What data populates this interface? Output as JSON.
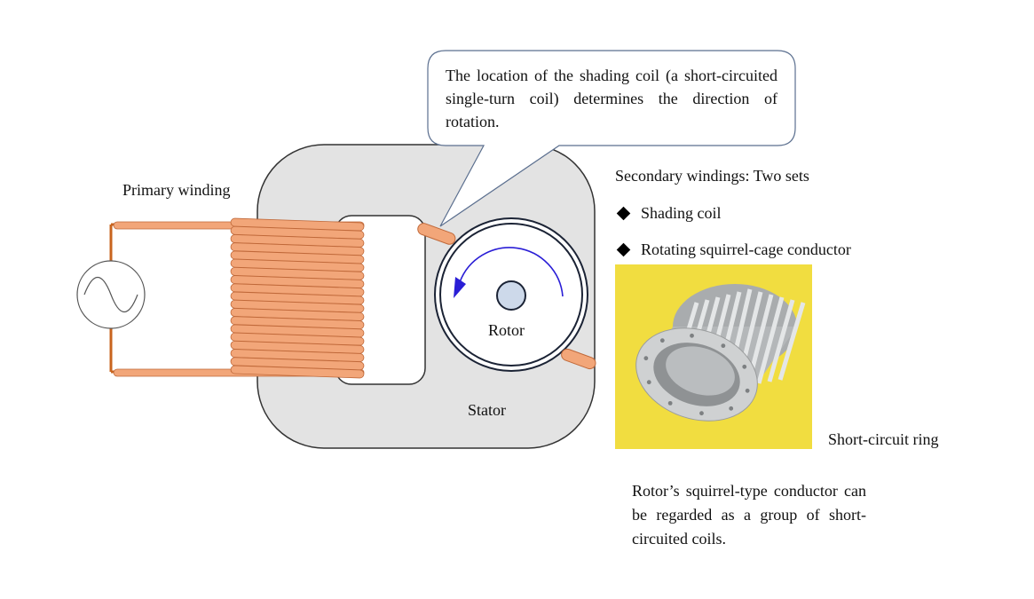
{
  "labels": {
    "primary_winding": "Primary winding",
    "rotor": "Rotor",
    "stator": "Stator",
    "secondary_heading": "Secondary windings: Two sets",
    "short_circuit_ring": "Short-circuit ring"
  },
  "callout": {
    "text": "The location of the shading coil (a short-circuited single-turn coil) determines the direction of rotation."
  },
  "bullets": [
    {
      "label": "Shading coil"
    },
    {
      "label": "Rotating squirrel-cage conductor"
    }
  ],
  "note": {
    "text": "Rotor’s squirrel-type conductor can be regarded as a group of short-circuited coils."
  },
  "colors": {
    "stator_fill": "#e3e3e3",
    "stator_stroke": "#333333",
    "copper": "#f2a679",
    "copper_stroke": "#c0693a",
    "wire": "#c8641e",
    "rotation_arrow": "#2a1ed6",
    "callout_stroke": "#5b6f8f",
    "photo_background": "#eedb3a",
    "ring_arrow": "#1a1a9c"
  },
  "icons": {
    "ac_source": "sine-wave-source-icon",
    "rotation": "counterclockwise-arrow-icon",
    "bullet": "black-diamond-icon"
  }
}
